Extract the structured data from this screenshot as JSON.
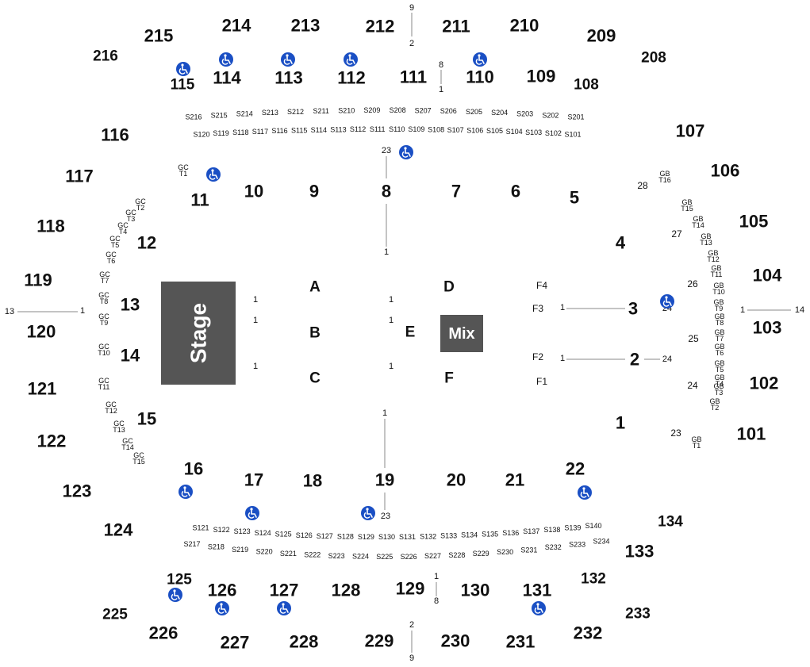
{
  "stage": {
    "label": "Stage",
    "color": "#555555"
  },
  "mix": {
    "label": "Mix",
    "color": "#555555"
  },
  "accessible_icon": {
    "name": "wheelchair-icon",
    "color": "#1a4fc4"
  },
  "sections_200": [
    "216",
    "215",
    "214",
    "213",
    "212",
    "211",
    "210",
    "209",
    "208",
    "225",
    "226",
    "227",
    "228",
    "229",
    "230",
    "231",
    "232",
    "233"
  ],
  "sections_100_top": [
    "115",
    "114",
    "113",
    "112",
    "111",
    "110",
    "109",
    "108",
    "107",
    "106",
    "105",
    "104",
    "103",
    "102",
    "101"
  ],
  "sections_100_left": [
    "116",
    "117",
    "118",
    "119",
    "120",
    "121",
    "122",
    "123",
    "124"
  ],
  "sections_100_bottom": [
    "125",
    "126",
    "127",
    "128",
    "129",
    "130",
    "131",
    "132",
    "133",
    "134"
  ],
  "floor_sections": [
    "11",
    "10",
    "9",
    "8",
    "7",
    "6",
    "5",
    "4",
    "3",
    "2",
    "1",
    "12",
    "13",
    "14",
    "15",
    "16",
    "17",
    "18",
    "19",
    "20",
    "21",
    "22"
  ],
  "floor_letters": [
    "A",
    "B",
    "C",
    "D",
    "E",
    "F"
  ],
  "floor_f_rows": [
    "F4",
    "F3",
    "F2",
    "F1"
  ],
  "suites_top_200": [
    "S216",
    "S215",
    "S214",
    "S213",
    "S212",
    "S211",
    "S210",
    "S209",
    "S208",
    "S207",
    "S206",
    "S205",
    "S204",
    "S203",
    "S202",
    "S201"
  ],
  "suites_top_100": [
    "S120",
    "S119",
    "S118",
    "S117",
    "S116",
    "S115",
    "S114",
    "S113",
    "S112",
    "S111",
    "S110",
    "S109",
    "S108",
    "S107",
    "S106",
    "S105",
    "S104",
    "S103",
    "S102",
    "S101"
  ],
  "suites_bottom_100": [
    "S121",
    "S122",
    "S123",
    "S124",
    "S125",
    "S126",
    "S127",
    "S128",
    "S129",
    "S130",
    "S131",
    "S132",
    "S133",
    "S134",
    "S135",
    "S136",
    "S137",
    "S138",
    "S139",
    "S140"
  ],
  "suites_bottom_200": [
    "S217",
    "S218",
    "S219",
    "S220",
    "S221",
    "S222",
    "S223",
    "S224",
    "S225",
    "S226",
    "S227",
    "S228",
    "S229",
    "S230",
    "S231",
    "S232",
    "S233",
    "S234"
  ],
  "gc_tables": [
    "GC T1",
    "GC T2",
    "GC T3",
    "GC T4",
    "GC T5",
    "GC T6",
    "GC T7",
    "GC T8",
    "GC T9",
    "GC T10",
    "GC T11",
    "GC T12",
    "GC T13",
    "GC T14",
    "GC T15"
  ],
  "gb_tables": [
    "GB T16",
    "GB T15",
    "GB T14",
    "GB T13",
    "GB T12",
    "GB T11",
    "GB T10",
    "GB T9",
    "GB T8",
    "GB T7",
    "GB T6",
    "GB T5",
    "GB T4",
    "GB T3",
    "GB T2",
    "GB T1"
  ],
  "right_rows": [
    "28",
    "27",
    "26",
    "25",
    "24",
    "24",
    "24",
    "23"
  ],
  "row_markers": {
    "top_center_hi": "9",
    "top_center_lo": "2",
    "upper_111_hi": "8",
    "upper_111_lo": "1",
    "floor8_top": "23",
    "floor8_bottom": "1",
    "floor19_top": "1",
    "floor19_bottom": "23",
    "bottom_129_hi": "1",
    "bottom_129_lo": "8",
    "bottom_center_hi": "2",
    "bottom_center_lo": "9",
    "left_end": "13",
    "left_start": "1",
    "right_start": "1",
    "right_end": "14",
    "f3_start": "1",
    "f3_end": "24",
    "f2_start": "1",
    "f2_end": "24",
    "letter_rows": [
      "1",
      "1",
      "1",
      "1",
      "1",
      "1"
    ]
  }
}
